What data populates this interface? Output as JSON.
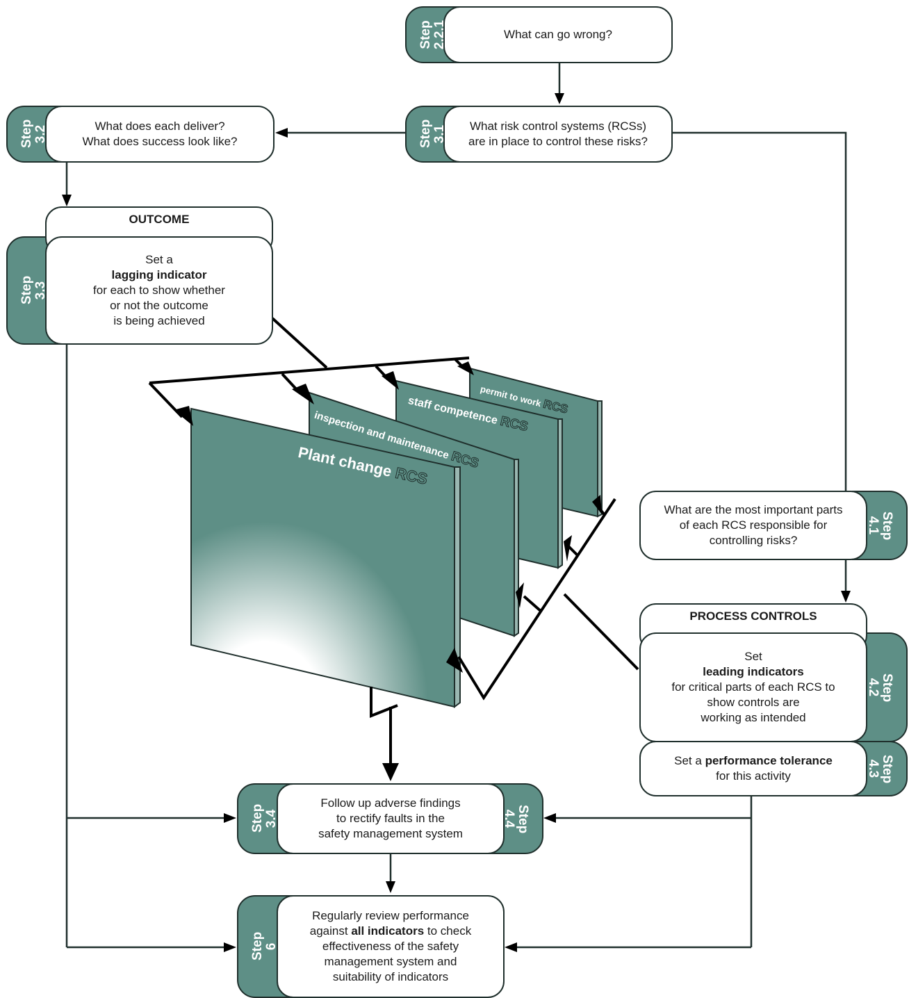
{
  "colors": {
    "teal": "#5e8f86",
    "outline": "#1f2f2c",
    "white": "#ffffff"
  },
  "steps": {
    "s221": {
      "tab": "Step 2.2.1",
      "text": "What can go wrong?"
    },
    "s31": {
      "tab": "Step 3.1",
      "line1": "What risk control systems (RCSs)",
      "line2": "are in place to control these risks?"
    },
    "s32": {
      "tab": "Step 3.2",
      "line1": "What does each deliver?",
      "line2": "What does success look like?"
    },
    "s33": {
      "tab": "Step 3.3",
      "header": "OUTCOME",
      "line1": "Set a",
      "bold": "lagging indicator",
      "line2": "for each to show whether",
      "line3": "or not the outcome",
      "line4": "is being achieved"
    },
    "s41": {
      "tab": "Step 4.1",
      "line1": "What are the most important parts",
      "line2": "of each RCS responsible for",
      "line3": "controlling risks?"
    },
    "s42": {
      "tab": "Step 4.2",
      "header": "PROCESS CONTROLS",
      "line1": "Set",
      "bold": "leading indicators",
      "line2": "for critical parts of each RCS to",
      "line3": "show controls are",
      "line4": "working as intended"
    },
    "s43": {
      "tab": "Step 4.3",
      "pre": "Set a ",
      "bold": "performance tolerance",
      "line2": "for this activity"
    },
    "s34": {
      "tab_left": "Step 3.4",
      "tab_right": "Step 4.4",
      "line1": "Follow up adverse findings",
      "line2": "to rectify faults in the",
      "line3": "safety management system"
    },
    "s6": {
      "tab": "Step 6",
      "line1": "Regularly review performance",
      "pre2": "against ",
      "bold": "all indicators",
      "post2": " to check",
      "line3": "effectiveness of the safety",
      "line4": "management system and",
      "line5": "suitability of indicators"
    }
  },
  "panels": {
    "plant": {
      "name": "Plant change",
      "suffix": "RCS"
    },
    "inspection": {
      "name": "inspection and maintenance",
      "suffix": "RCS"
    },
    "staff": {
      "name": "staff competence",
      "suffix": "RCS"
    },
    "permit": {
      "name": "permit to work",
      "suffix": "RCS"
    }
  }
}
